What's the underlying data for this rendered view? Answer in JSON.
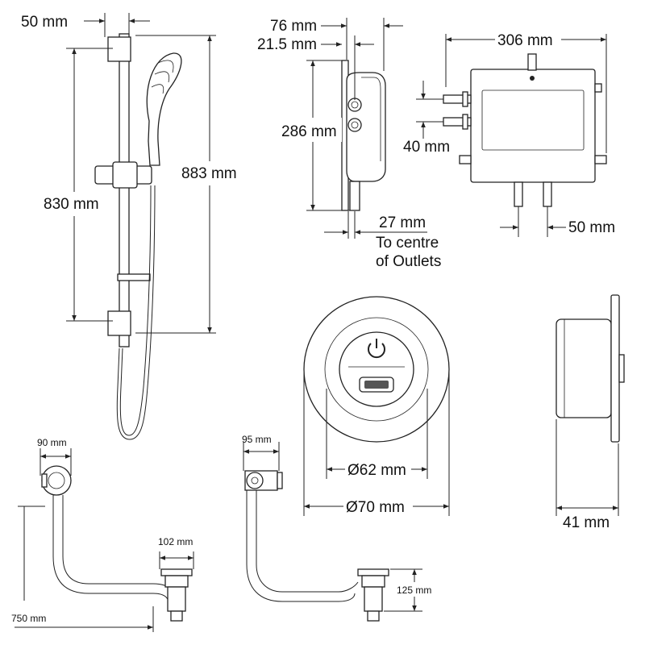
{
  "dimensions": {
    "rail_width": "50 mm",
    "rail_length": "830 mm",
    "rail_total": "883 mm",
    "unit_depth": "76 mm",
    "unit_offset": "21.5 mm",
    "unit_height": "286 mm",
    "outlet_offset": "27 mm",
    "outlet_note_1": "To centre",
    "outlet_note_2": "of Outlets",
    "box_width": "306 mm",
    "inlet_spacing": "40 mm",
    "outlet_spacing": "50 mm",
    "ctrl_inner": "Ø62 mm",
    "ctrl_outer": "Ø70 mm",
    "ctrl_depth": "41 mm",
    "waste_left_width": "90 mm",
    "waste_left_overflow": "102 mm",
    "waste_left_length": "750 mm",
    "waste_right_width": "95 mm",
    "waste_right_height": "125 mm"
  }
}
